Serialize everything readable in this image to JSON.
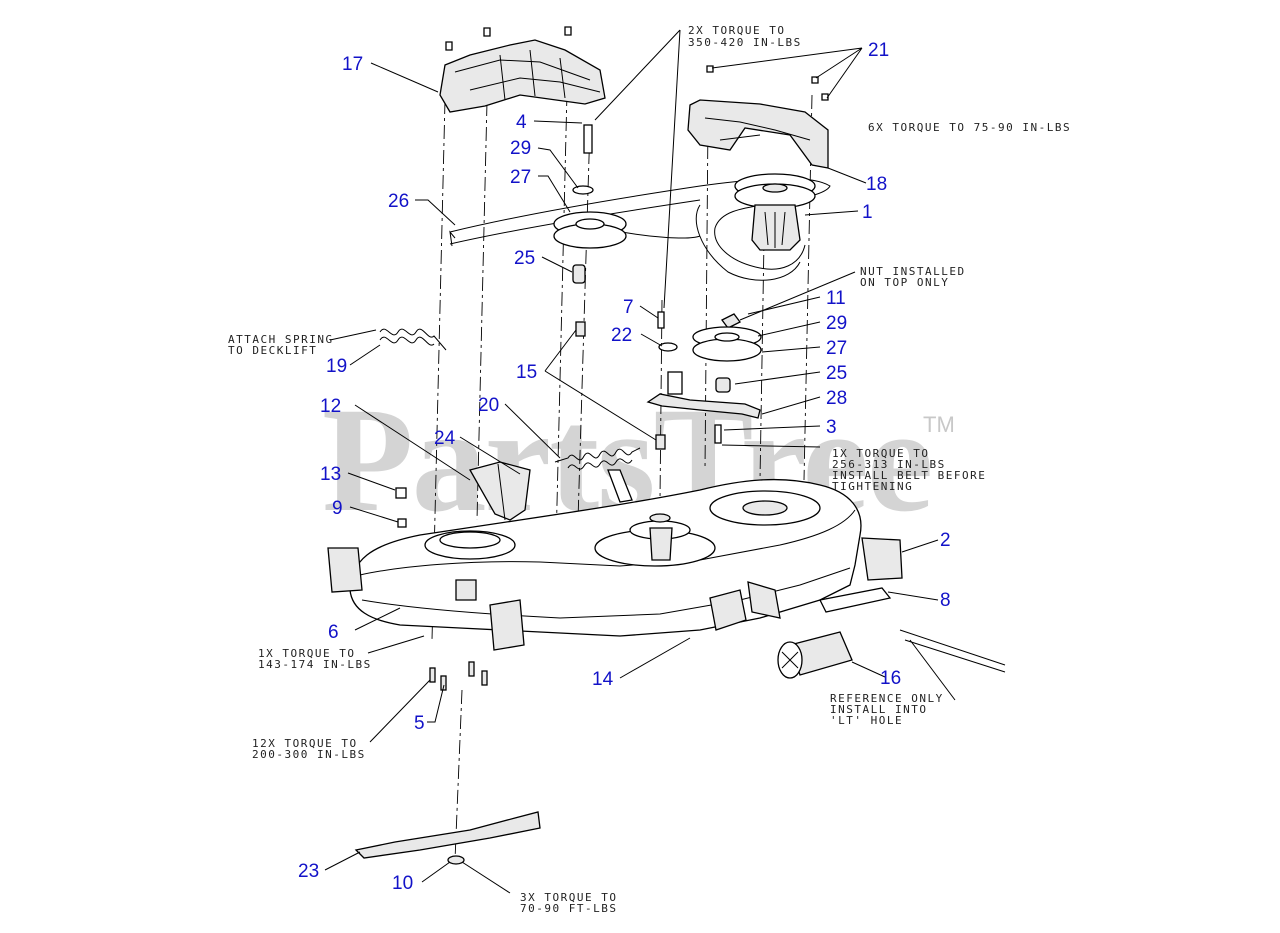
{
  "watermark": {
    "text": "PartsTree",
    "tm": "TM"
  },
  "callouts": [
    {
      "id": "c17",
      "label": "17"
    },
    {
      "id": "c4",
      "label": "4"
    },
    {
      "id": "c21",
      "label": "21"
    },
    {
      "id": "c29a",
      "label": "29"
    },
    {
      "id": "c27a",
      "label": "27"
    },
    {
      "id": "c26",
      "label": "26"
    },
    {
      "id": "c18",
      "label": "18"
    },
    {
      "id": "c1",
      "label": "1"
    },
    {
      "id": "c25a",
      "label": "25"
    },
    {
      "id": "c7",
      "label": "7"
    },
    {
      "id": "c11",
      "label": "11"
    },
    {
      "id": "c22",
      "label": "22"
    },
    {
      "id": "c29b",
      "label": "29"
    },
    {
      "id": "c27b",
      "label": "27"
    },
    {
      "id": "c19",
      "label": "19"
    },
    {
      "id": "c15",
      "label": "15"
    },
    {
      "id": "c25b",
      "label": "25"
    },
    {
      "id": "c12",
      "label": "12"
    },
    {
      "id": "c20",
      "label": "20"
    },
    {
      "id": "c28",
      "label": "28"
    },
    {
      "id": "c24",
      "label": "24"
    },
    {
      "id": "c3",
      "label": "3"
    },
    {
      "id": "c13",
      "label": "13"
    },
    {
      "id": "c9",
      "label": "9"
    },
    {
      "id": "c2",
      "label": "2"
    },
    {
      "id": "c8",
      "label": "8"
    },
    {
      "id": "c6",
      "label": "6"
    },
    {
      "id": "c14",
      "label": "14"
    },
    {
      "id": "c16",
      "label": "16"
    },
    {
      "id": "c5",
      "label": "5"
    },
    {
      "id": "c23",
      "label": "23"
    },
    {
      "id": "c10",
      "label": "10"
    }
  ],
  "notes": {
    "torque_350": [
      "2X TORQUE TO",
      "350-420 IN-LBS"
    ],
    "torque_75": [
      "6X TORQUE TO 75-90 IN-LBS"
    ],
    "nut_top": [
      "NUT INSTALLED",
      "ON TOP ONLY"
    ],
    "spring": [
      "ATTACH SPRING",
      "TO DECKLIFT"
    ],
    "torque_256": [
      "1X TORQUE TO",
      "256-313 IN-LBS",
      "INSTALL BELT BEFORE",
      "TIGHTENING"
    ],
    "torque_143": [
      "1X TORQUE TO",
      "143-174 IN-LBS"
    ],
    "reference": [
      "REFERENCE ONLY",
      "INSTALL INTO",
      "'LT' HOLE"
    ],
    "torque_200": [
      "12X TORQUE TO",
      "200-300 IN-LBS"
    ],
    "torque_70": [
      "3X TORQUE TO",
      "70-90 FT-LBS"
    ]
  }
}
